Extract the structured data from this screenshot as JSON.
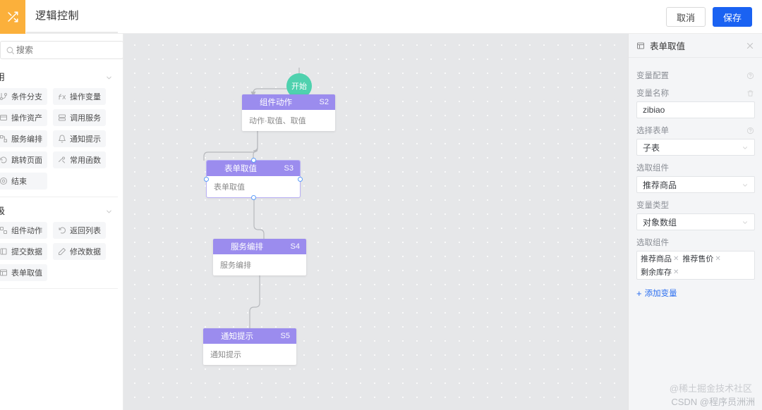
{
  "topbar": {
    "logo_icon": "shuffle-icon",
    "title": "逻辑控制",
    "cancel_label": "取消",
    "save_label": "保存",
    "save_color": "#1a62f2",
    "logo_color": "#fbb03b"
  },
  "sidebar": {
    "search_placeholder": "搜索",
    "sections": [
      {
        "title": "用",
        "items": [
          {
            "label": "条件分支",
            "icon": "branch-icon"
          },
          {
            "label": "操作变量",
            "icon": "fx-icon"
          },
          {
            "label": "操作资产",
            "icon": "asset-icon"
          },
          {
            "label": "调用服务",
            "icon": "service-call-icon"
          },
          {
            "label": "服务编排",
            "icon": "orchestration-icon"
          },
          {
            "label": "通知提示",
            "icon": "bell-icon"
          },
          {
            "label": "跳转页面",
            "icon": "jump-page-icon"
          },
          {
            "label": "常用函数",
            "icon": "function-icon"
          },
          {
            "label": "结束",
            "icon": "end-icon"
          }
        ]
      },
      {
        "title": "级",
        "items": [
          {
            "label": "组件动作",
            "icon": "component-action-icon"
          },
          {
            "label": "返回列表",
            "icon": "back-list-icon"
          },
          {
            "label": "提交数据",
            "icon": "submit-data-icon"
          },
          {
            "label": "修改数据",
            "icon": "edit-data-icon"
          },
          {
            "label": "表单取值",
            "icon": "form-value-icon"
          }
        ]
      }
    ]
  },
  "canvas": {
    "start_node": {
      "label": "开始",
      "color": "#4fd1ae"
    },
    "node_header_color": "#9b8cee",
    "nodes": [
      {
        "title": "组件动作",
        "step": "S2",
        "body": "动作·取值、取值",
        "selected": false
      },
      {
        "title": "表单取值",
        "step": "S3",
        "body": "表单取值",
        "selected": true
      },
      {
        "title": "服务编排",
        "step": "S4",
        "body": "服务编排",
        "selected": false
      },
      {
        "title": "通知提示",
        "step": "S5",
        "body": "通知提示",
        "selected": false
      }
    ]
  },
  "panel": {
    "icon": "form-value-icon",
    "title": "表单取值",
    "close_icon": "close-icon",
    "group_label": "变量配置",
    "group_help_icon": "help-circle-icon",
    "var_name_label": "变量名称",
    "var_name_delete_icon": "trash-icon",
    "var_name_value": "zibiao",
    "select_form_label": "选择表单",
    "select_form_value": "子表",
    "select_component_label": "选取组件",
    "select_component_value": "推荐商品",
    "var_type_label": "变量类型",
    "var_type_value": "对象数组",
    "pick_component_label": "选取组件",
    "picked_tags": [
      "推荐商品",
      "推荐售价",
      "剩余库存"
    ],
    "add_variable_label": "添加变量",
    "add_variable_color": "#2a6ef0"
  },
  "watermark": {
    "line1": "@稀土掘金技术社区",
    "line2": "CSDN @程序员洲洲"
  }
}
